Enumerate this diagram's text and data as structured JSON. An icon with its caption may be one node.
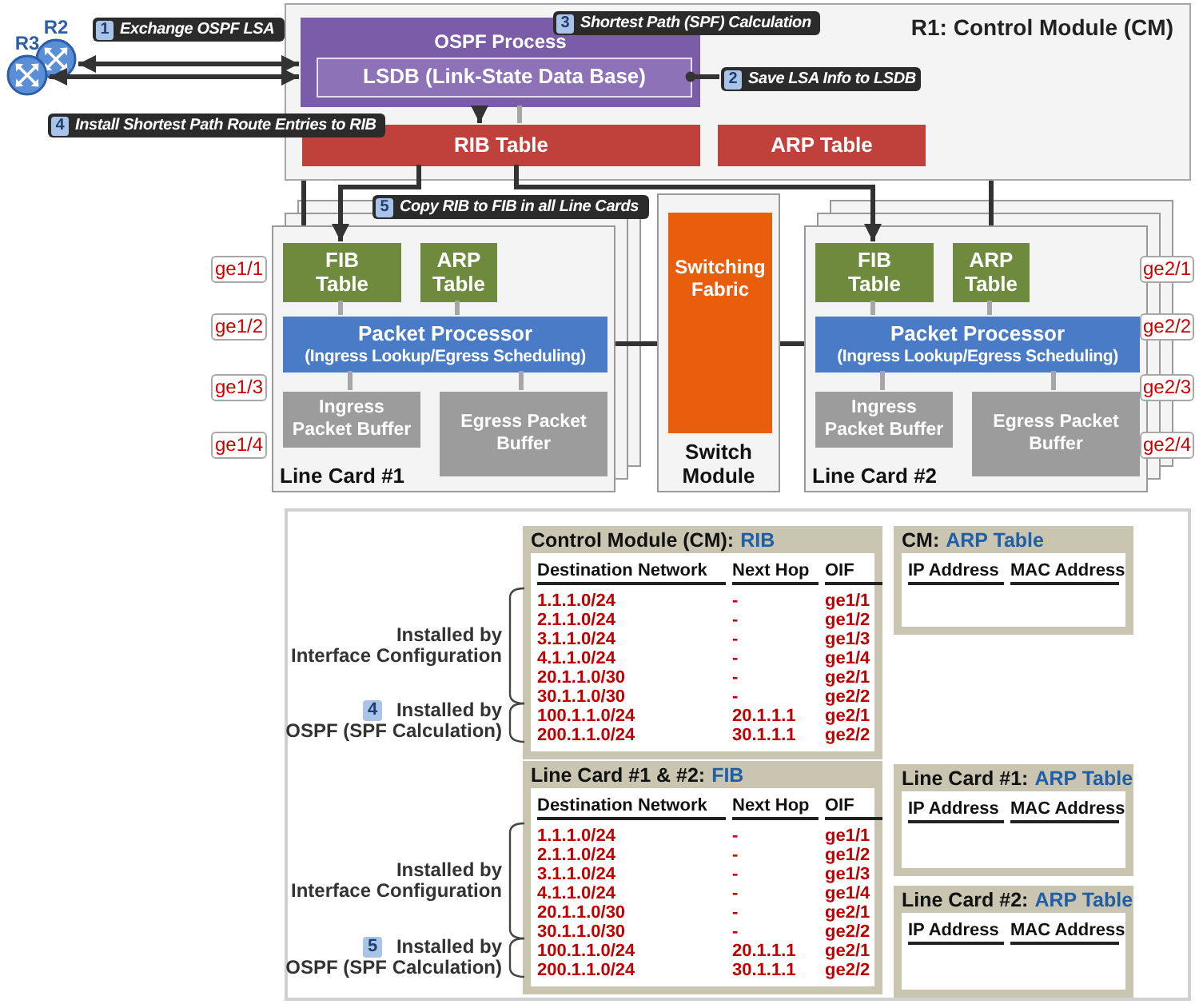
{
  "diagram": {
    "nodes": [
      {
        "text": [
          "R2"
        ]
      },
      {
        "text": [
          "R3"
        ]
      },
      {
        "text": [
          "1",
          "Exchange OSPF LSA"
        ]
      },
      {
        "text": [
          "R1: Control Module (CM)"
        ]
      },
      {
        "text": [
          "OSPF Process"
        ],
        "in": 3
      },
      {
        "text": [
          "LSDB (Link-State Data Base)"
        ],
        "in": 4
      },
      {
        "text": [
          "RIB Table"
        ],
        "in": 3
      },
      {
        "text": [
          "ARP Table"
        ],
        "in": 3
      },
      {
        "text": [
          "3",
          "Shortest Path (SPF) Calculation"
        ],
        "in": 3
      },
      {
        "text": [
          "2",
          "Save LSA Info to LSDB"
        ],
        "in": 3
      },
      {
        "text": [
          "4",
          "Install Shortest Path Route Entries to RIB"
        ]
      },
      {
        "text": [
          "5",
          "Copy RIB to FIB in all Line Cards"
        ]
      },
      {
        "text": [
          "Line Card #1"
        ]
      },
      {
        "text": [
          "FIB Table"
        ],
        "in": 12
      },
      {
        "text": [
          "ARP Table"
        ],
        "in": 12
      },
      {
        "text": [
          "Packet Processor",
          "(Ingress Lookup/Egress Scheduling)"
        ],
        "in": 12
      },
      {
        "text": [
          "Ingress Packet Buffer"
        ],
        "in": 12
      },
      {
        "text": [
          "Egress Packet Buffer"
        ],
        "in": 12
      },
      {
        "text": [
          "Switch Module"
        ]
      },
      {
        "text": [
          "Switching Fabric"
        ],
        "in": 18
      },
      {
        "text": [
          "Line Card #2"
        ]
      },
      {
        "text": [
          "FIB Table"
        ],
        "in": 20
      },
      {
        "text": [
          "ARP Table"
        ],
        "in": 20
      },
      {
        "text": [
          "Packet Processor",
          "(Ingress Lookup/Egress Scheduling)"
        ],
        "in": 20
      },
      {
        "text": [
          "Ingress Packet Buffer"
        ],
        "in": 20
      },
      {
        "text": [
          "Egress Packet Buffer"
        ],
        "in": 20
      },
      {
        "text": [
          "ge1/1"
        ]
      },
      {
        "text": [
          "ge1/2"
        ]
      },
      {
        "text": [
          "ge1/3"
        ]
      },
      {
        "text": [
          "ge1/4"
        ]
      },
      {
        "text": [
          "ge2/1"
        ]
      },
      {
        "text": [
          "ge2/2"
        ]
      },
      {
        "text": [
          "ge2/3"
        ]
      },
      {
        "text": [
          "ge2/4"
        ]
      },
      {
        "text": [],
        "shape": "box"
      },
      {
        "text": [
          "Control Module (CM):",
          "RIB",
          "Destination Network",
          "Next Hop",
          "OIF",
          "1.1.1.0/24",
          "-",
          "ge1/1",
          "2.1.1.0/24",
          "-",
          "ge1/2",
          "3.1.1.0/24",
          "-",
          "ge1/3",
          "4.1.1.0/24",
          "-",
          "ge1/4",
          "20.1.1.0/30",
          "-",
          "ge2/1",
          "30.1.1.0/30",
          "-",
          "ge2/2",
          "100.1.1.0/24",
          "20.1.1.1",
          "ge2/1",
          "200.1.1.0/24",
          "30.1.1.1",
          "ge2/2"
        ],
        "in": 34
      },
      {
        "text": [
          "CM:",
          "ARP Table",
          "IP Address",
          "MAC Address"
        ],
        "in": 34
      },
      {
        "text": [
          "Line Card #1 & #2:",
          "FIB",
          "Destination Network",
          "Next Hop",
          "OIF",
          "1.1.1.0/24",
          "-",
          "ge1/1",
          "2.1.1.0/24",
          "-",
          "ge1/2",
          "3.1.1.0/24",
          "-",
          "ge1/3",
          "4.1.1.0/24",
          "-",
          "ge1/4",
          "20.1.1.0/30",
          "-",
          "ge2/1",
          "30.1.1.0/30",
          "-",
          "ge2/2",
          "100.1.1.0/24",
          "20.1.1.1",
          "ge2/1",
          "200.1.1.0/24",
          "30.1.1.1",
          "ge2/2"
        ],
        "in": 34
      },
      {
        "text": [
          "Line Card #1:",
          "ARP Table",
          "IP Address",
          "MAC Address"
        ],
        "in": 34
      },
      {
        "text": [
          "Line Card #2:",
          "ARP Table",
          "IP Address",
          "MAC Address"
        ],
        "in": 34
      }
    ],
    "edges": [
      {
        "from": 0,
        "to": 4,
        "arrow": "both"
      },
      {
        "from": 1,
        "to": 4,
        "arrow": "both"
      },
      {
        "from": 9,
        "to": 5,
        "arrow": "other"
      },
      {
        "from": 4,
        "to": 6,
        "arrow": "to"
      },
      {
        "from": 4,
        "to": 6,
        "arrow": "none",
        "color": "#a6a6a6"
      },
      {
        "from": 6,
        "to": 13,
        "arrow": "to"
      },
      {
        "from": 6,
        "to": 21,
        "arrow": "to"
      },
      {
        "from": 3,
        "to": 12,
        "arrow": "none"
      },
      {
        "from": 3,
        "to": 20,
        "arrow": "none"
      },
      {
        "from": 12,
        "to": 18,
        "arrow": "none"
      },
      {
        "from": 18,
        "to": 20,
        "arrow": "none"
      },
      {
        "from": 13,
        "to": 15,
        "arrow": "none",
        "color": "#a6a6a6"
      },
      {
        "from": 14,
        "to": 15,
        "arrow": "none",
        "color": "#a6a6a6"
      },
      {
        "from": 15,
        "to": 16,
        "arrow": "none",
        "color": "#a6a6a6"
      },
      {
        "from": 15,
        "to": 17,
        "arrow": "none",
        "color": "#a6a6a6"
      },
      {
        "from": 21,
        "to": 23,
        "arrow": "none",
        "color": "#a6a6a6"
      },
      {
        "from": 22,
        "to": 23,
        "arrow": "none",
        "color": "#a6a6a6"
      },
      {
        "from": 23,
        "to": 24,
        "arrow": "none",
        "color": "#a6a6a6"
      },
      {
        "from": 23,
        "to": 25,
        "arrow": "none",
        "color": "#a6a6a6"
      }
    ],
    "labels": [
      "Installed by Interface Configuration",
      "4",
      "Installed by OSPF (SPF Calculation)",
      "Installed by Interface Configuration",
      "5",
      "Installed by OSPF (SPF Calculation)"
    ]
  }
}
